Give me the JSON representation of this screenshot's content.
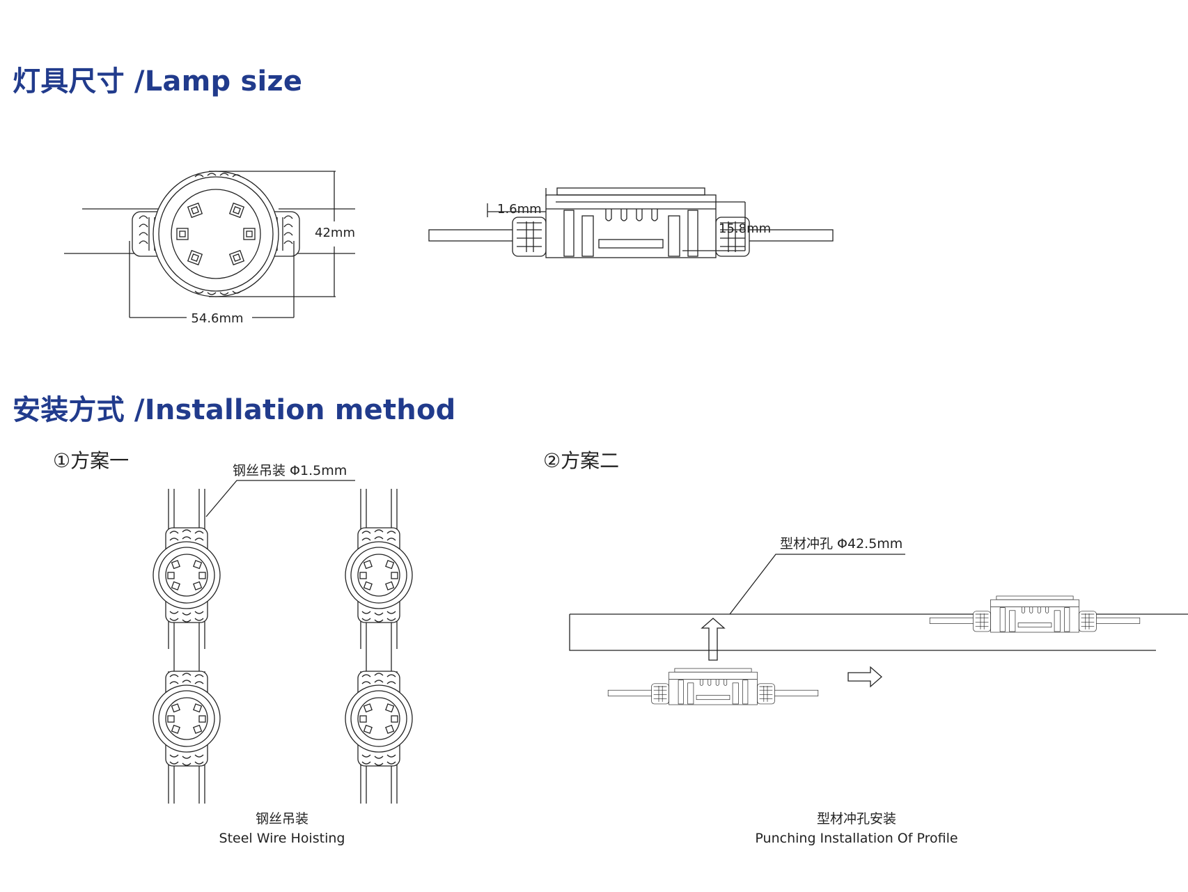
{
  "sections": {
    "lamp_size": {
      "title": "灯具尺寸 /Lamp size"
    },
    "installation": {
      "title": "安装方式 /Installation method"
    }
  },
  "dimensions": {
    "height": "42mm",
    "width": "54.6mm",
    "top_offset": "1.6mm",
    "thickness": "15.8mm"
  },
  "option1": {
    "label": "①方案一",
    "callout": "钢丝吊装 Φ1.5mm",
    "caption_cn": "钢丝吊装",
    "caption_en": "Steel Wire Hoisting"
  },
  "option2": {
    "label": "②方案二",
    "callout": "型材冲孔 Φ42.5mm",
    "caption_cn": "型材冲孔安装",
    "caption_en": "Punching Installation Of Profile"
  },
  "colors": {
    "heading": "#213b8c",
    "line": "#222222"
  }
}
